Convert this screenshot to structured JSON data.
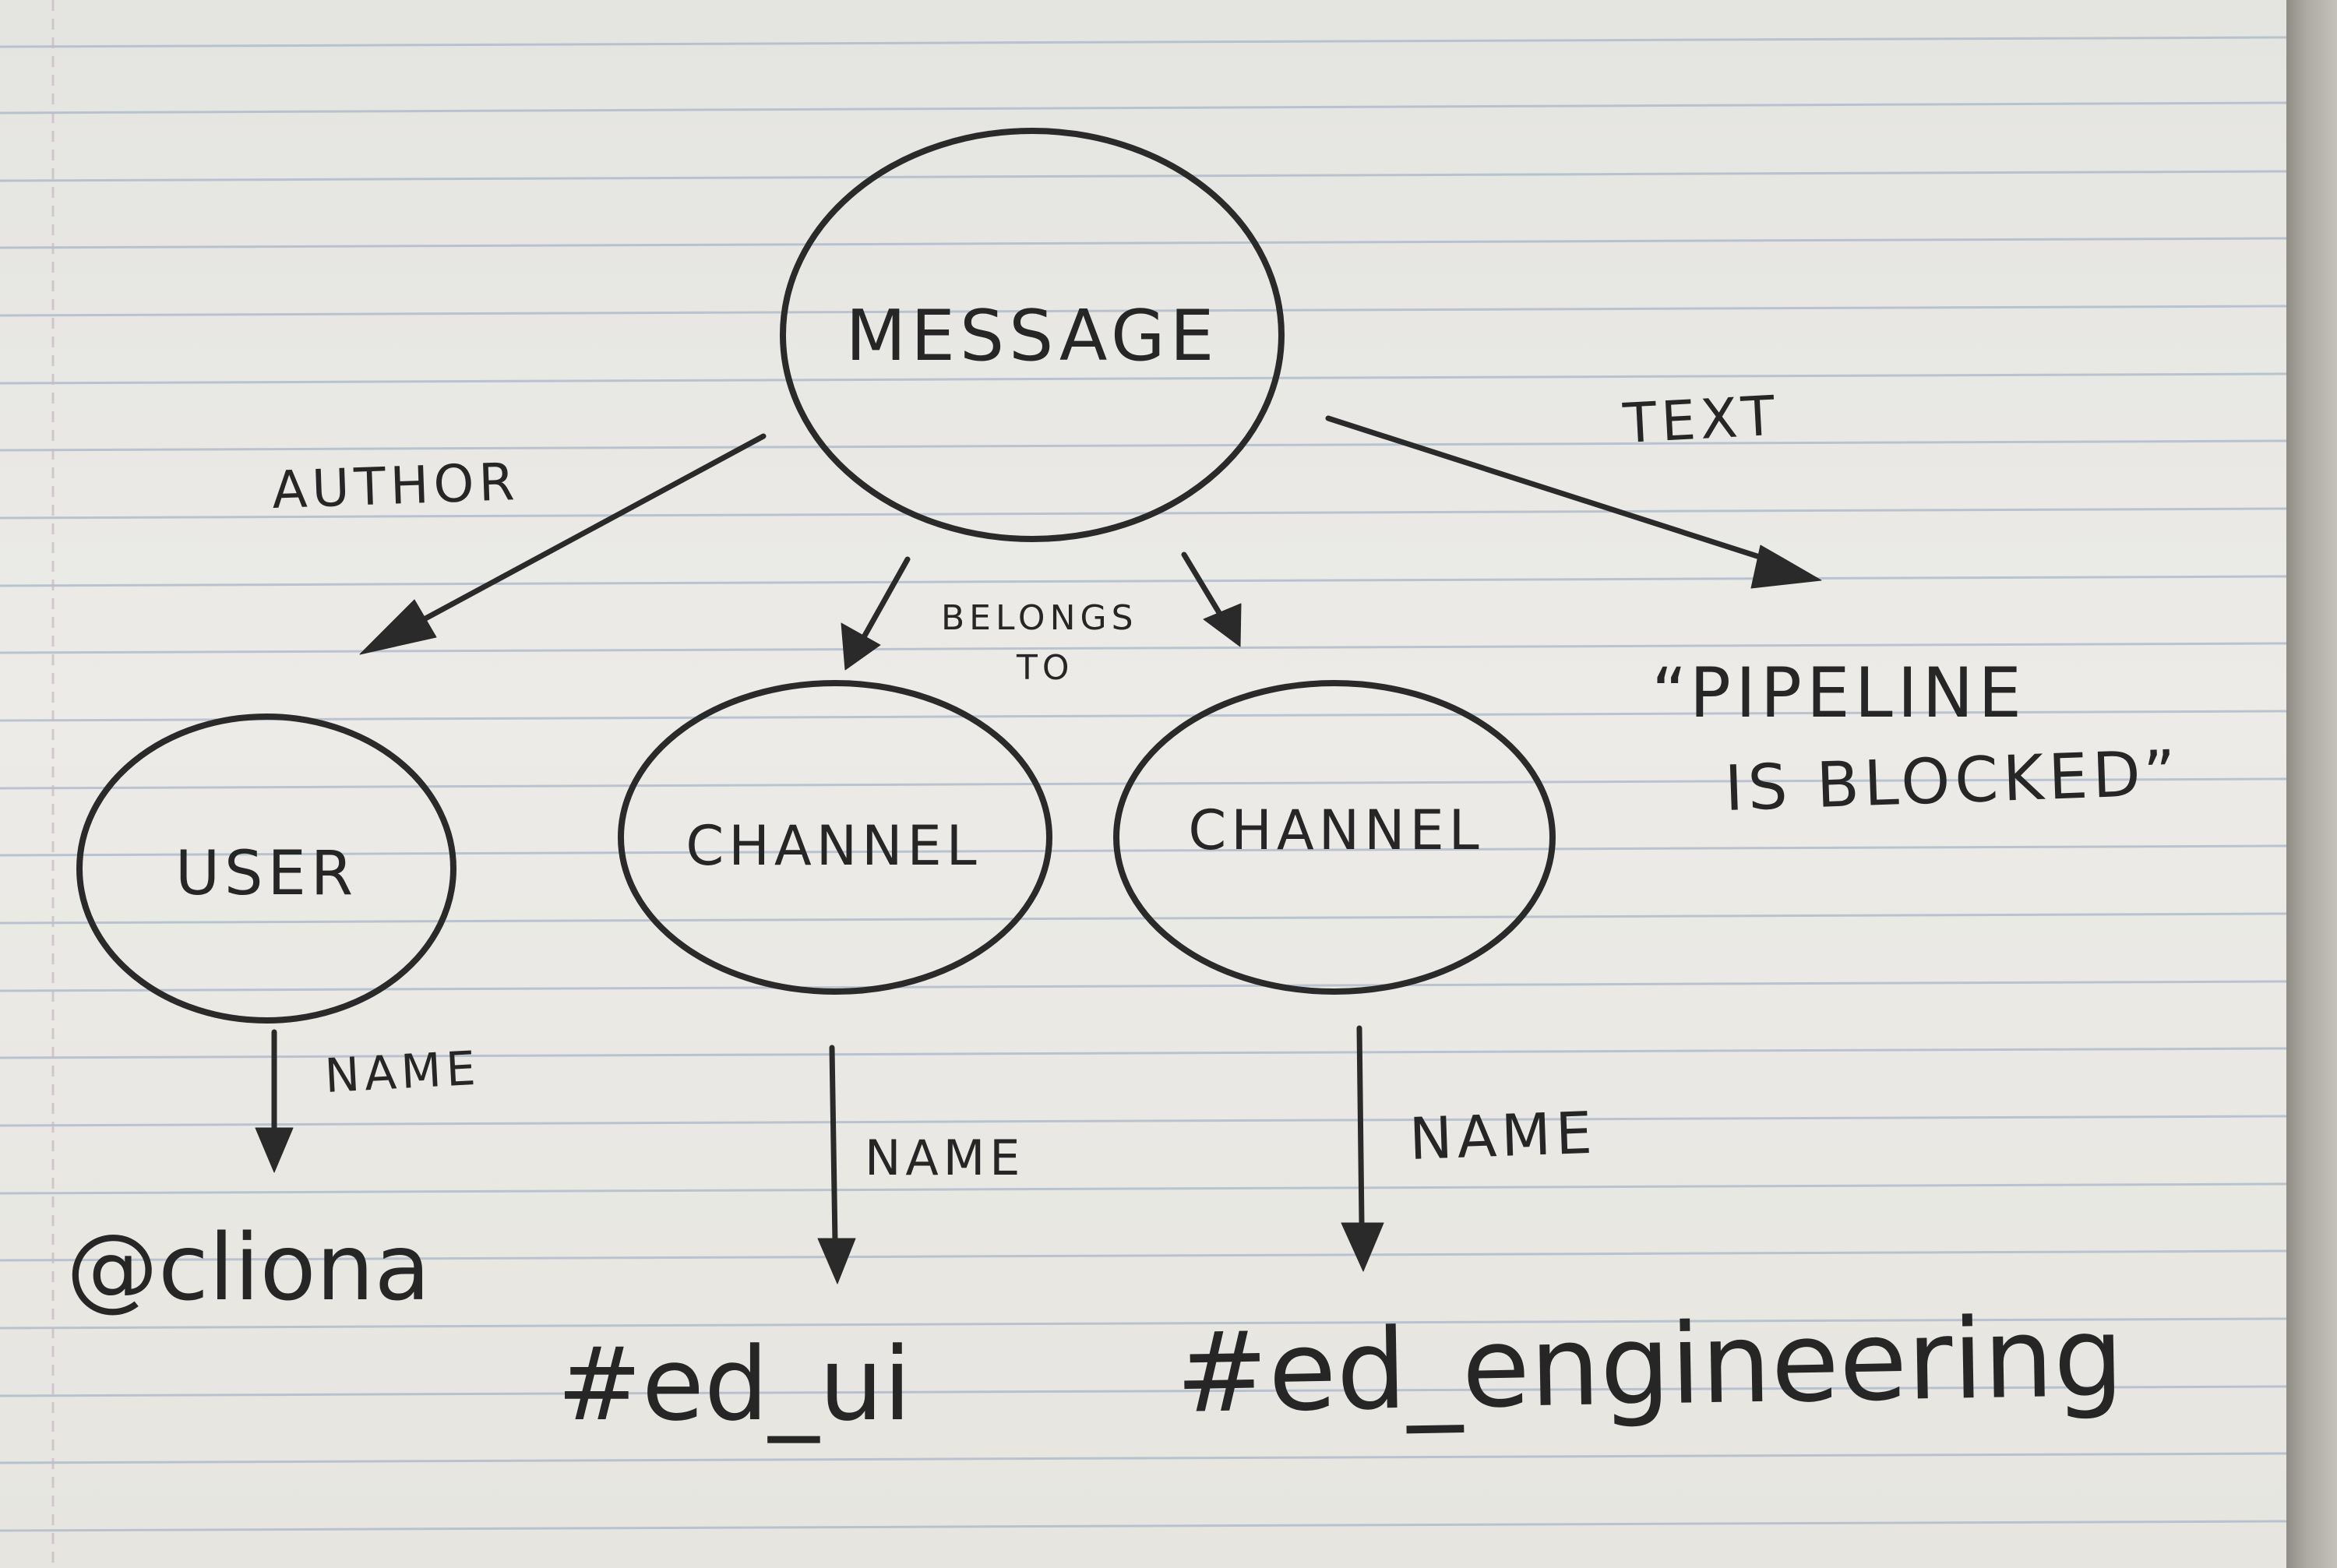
{
  "diagram": {
    "nodes": {
      "message": "MESSAGE",
      "user": "USER",
      "channel_left": "CHANNEL",
      "channel_right": "CHANNEL"
    },
    "edges": {
      "author": "AUTHOR",
      "belongs_to_line1": "BELONGS",
      "belongs_to_line2": "TO",
      "text": "TEXT",
      "user_name": "NAME",
      "channel_left_name": "NAME",
      "channel_right_name": "NAME"
    },
    "values": {
      "text_line1": "“PIPELINE",
      "text_line2": "IS BLOCKED”",
      "user_handle": "@cliona",
      "channel_left_handle": "#ed_ui",
      "channel_right_handle": "#ed_engineering"
    }
  },
  "colors": {
    "paper": "#eae9e5",
    "rule_line": "#a9b7c9",
    "margin_line": "#c9b8c6",
    "ink": "#2a2a2a"
  }
}
